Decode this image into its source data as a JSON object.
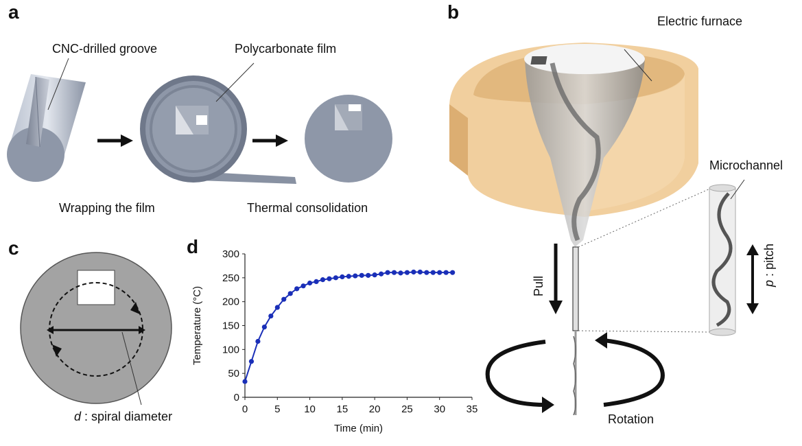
{
  "panels": {
    "a": {
      "letter": "a",
      "groove_label": "CNC-drilled groove",
      "film_label": "Polycarbonate film",
      "step1_caption": "Wrapping the film",
      "step2_caption": "Thermal consolidation"
    },
    "b": {
      "letter": "b",
      "furnace_label": "Electric furnace",
      "microchannel_label": "Microchannel",
      "pull_label": "Pull",
      "rotation_label": "Rotation",
      "pitch_symbol": "p",
      "pitch_text": " : pitch"
    },
    "c": {
      "letter": "c",
      "diameter_symbol": "d",
      "diameter_text": " : spiral diameter"
    },
    "d": {
      "letter": "d"
    }
  },
  "colors": {
    "metal": "#8e97a8",
    "furnace": "#f1cf9e",
    "disc_gray": "#a3a3a3",
    "series_blue": "#1a2fb8"
  },
  "chart_data": {
    "type": "line",
    "title": "",
    "xlabel": "Time (min)",
    "ylabel": "Temperature (°C)",
    "xlim": [
      0,
      35
    ],
    "ylim": [
      0,
      300
    ],
    "xticks": [
      0,
      5,
      10,
      15,
      20,
      25,
      30,
      35
    ],
    "yticks": [
      0,
      50,
      100,
      150,
      200,
      250,
      300
    ],
    "grid": false,
    "legend": "none",
    "series": [
      {
        "x": [
          0,
          1,
          2,
          3,
          4,
          5,
          6,
          7,
          8,
          9,
          10,
          11,
          12,
          13,
          14,
          15,
          16,
          17,
          18,
          19,
          20,
          21,
          22,
          23,
          24,
          25,
          26,
          27,
          28,
          29,
          30,
          31,
          32
        ],
        "values": [
          33,
          75,
          117,
          147,
          170,
          188,
          205,
          217,
          227,
          233,
          239,
          242,
          246,
          248,
          250,
          252,
          253,
          254,
          255,
          255,
          256,
          258,
          261,
          261,
          260,
          261,
          262,
          262,
          261,
          261,
          261,
          261,
          261
        ]
      }
    ]
  }
}
